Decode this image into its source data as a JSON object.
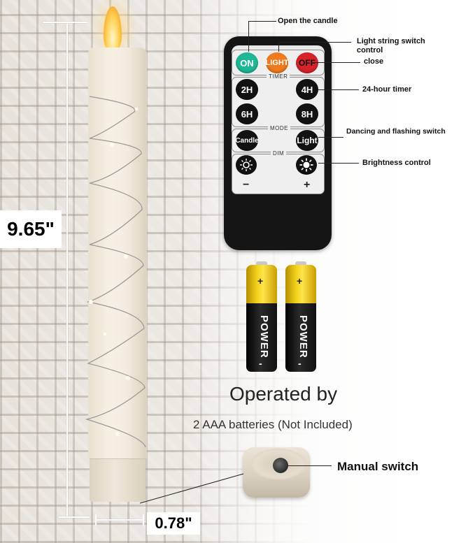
{
  "dimensions": {
    "height_label": "9.65\"",
    "width_label": "0.78\""
  },
  "remote": {
    "buttons": {
      "on": "ON",
      "light": "LIGHT",
      "off": "OFF",
      "timer_2h": "2H",
      "timer_4h": "4H",
      "timer_6h": "6H",
      "timer_8h": "8H",
      "candle_mode": "Candle",
      "light_mode": "Light",
      "minus": "−",
      "plus": "+"
    },
    "section_labels": {
      "timer": "TIMER",
      "mode": "MODE",
      "dim": "DIM"
    },
    "icons": {
      "dim_down": "sun-dim-icon",
      "dim_up": "sun-bright-icon"
    }
  },
  "callouts": {
    "open_candle": "Open the candle",
    "light_string_line1": "Light string switch",
    "light_string_line2": "control",
    "close": "close",
    "timer": "24-hour timer",
    "dancing": "Dancing and flashing switch",
    "brightness": "Brightness control"
  },
  "batteries": {
    "brand": "POWER",
    "plus_sign": "+",
    "minus_sign": "-"
  },
  "operation": {
    "title": "Operated by",
    "subtitle": "2 AAA batteries (Not Included)"
  },
  "switch": {
    "label": "Manual switch"
  },
  "colors": {
    "on_button": "#1fb795",
    "light_button": "#f07a1d",
    "off_button": "#d8222a",
    "battery_yellow": "#f3d21a",
    "remote_body": "#151515"
  }
}
